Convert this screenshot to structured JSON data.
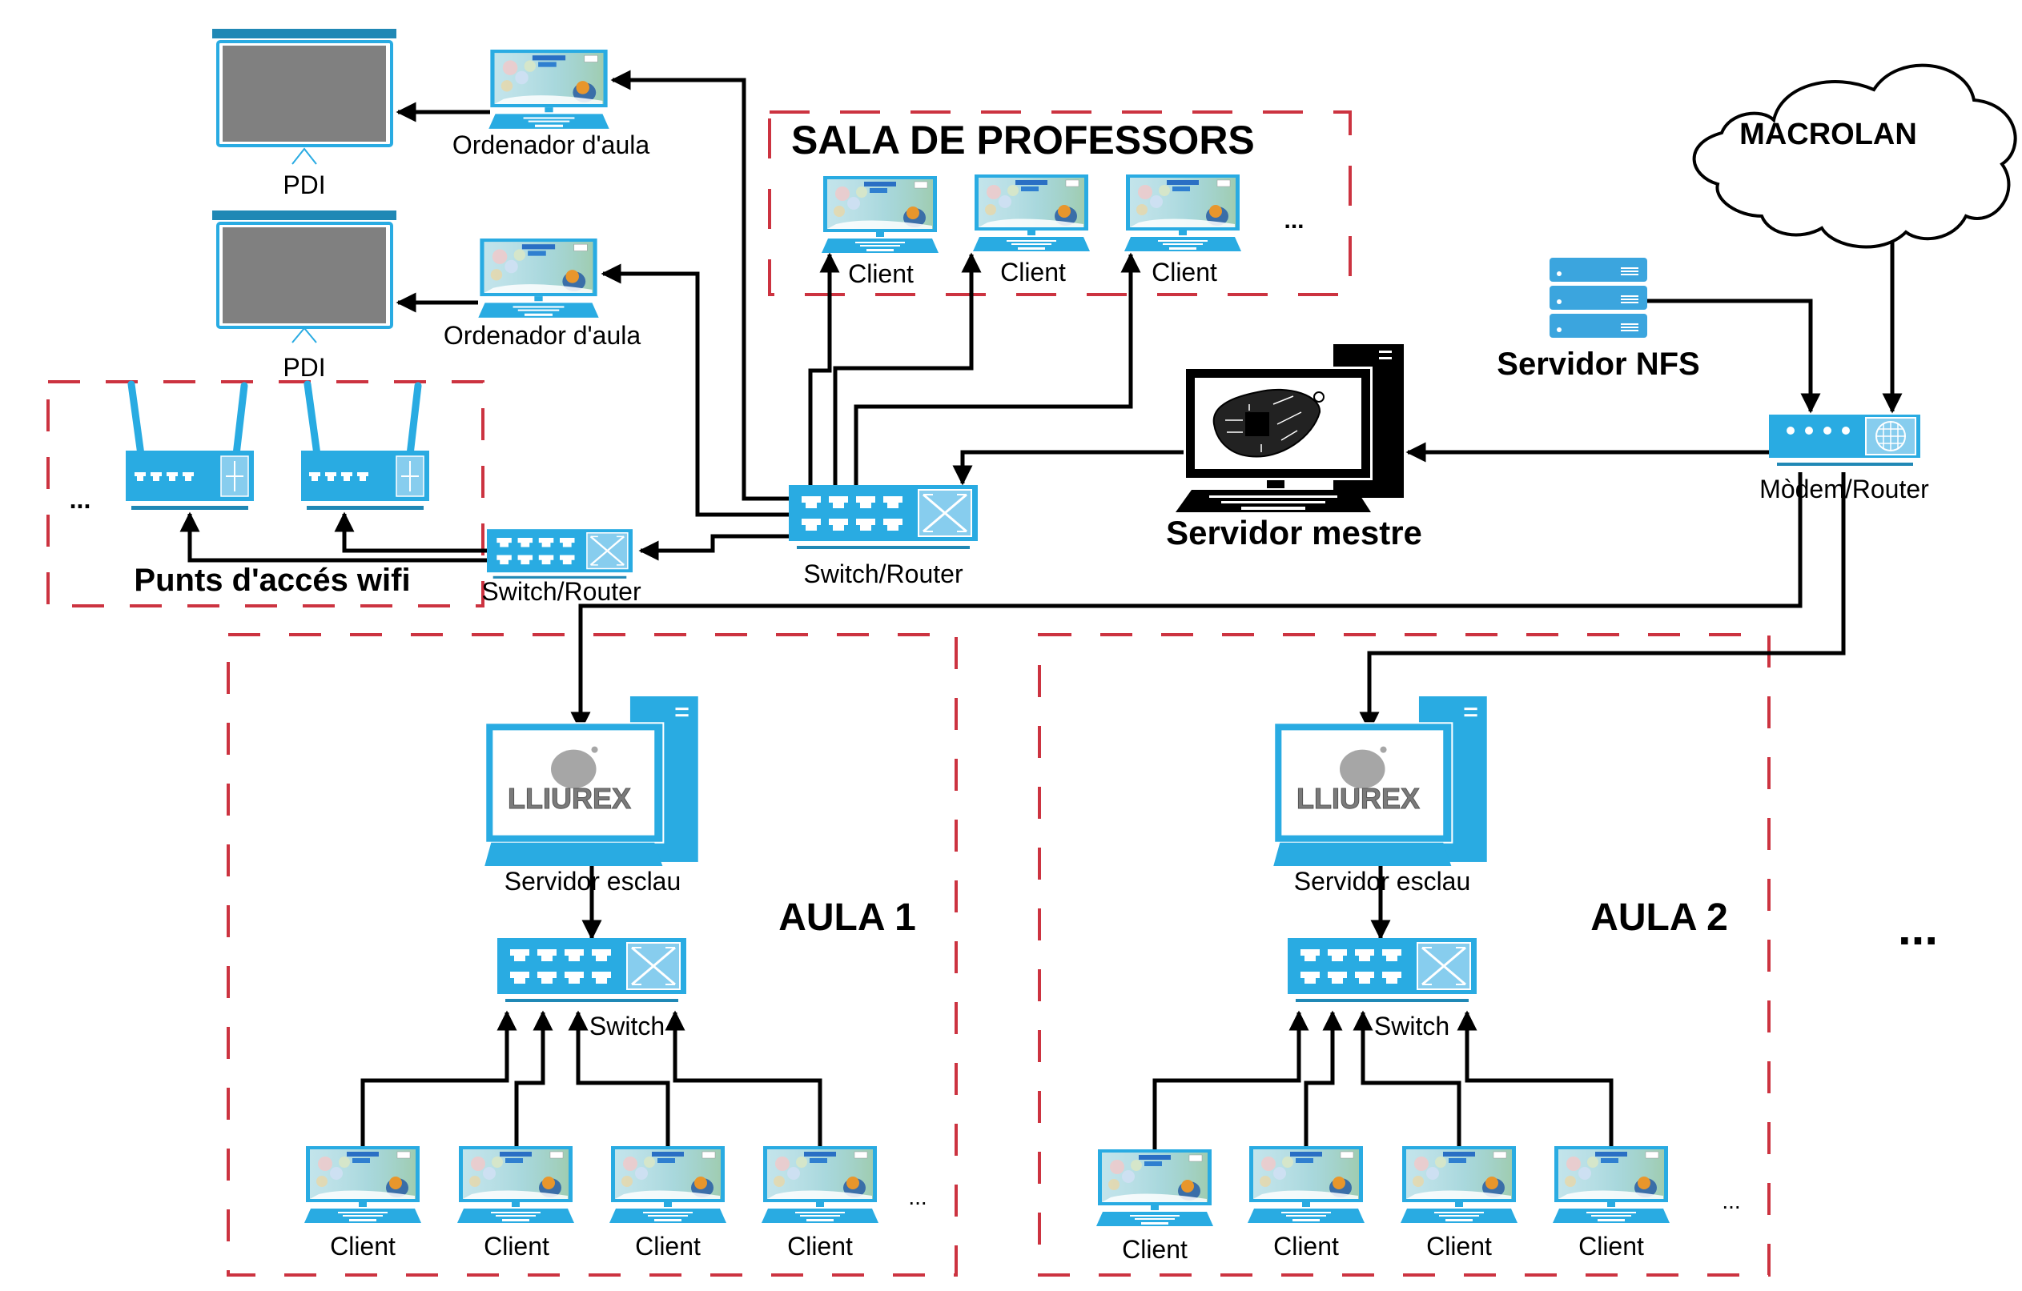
{
  "colors": {
    "device_blue": "#29abe2",
    "device_dark_blue": "#2088b5",
    "device_light_blue": "#87cdee",
    "zone_border_red": "#cc3340",
    "screen_gray": "#808080",
    "line_black": "#000000"
  },
  "pdi": [
    {
      "label": "PDI"
    },
    {
      "label": "PDI"
    }
  ],
  "classroom_computers": [
    {
      "label": "Ordenador d'aula"
    },
    {
      "label": "Ordenador d'aula"
    }
  ],
  "teachers_room": {
    "title": "SALA DE PROFESSORS",
    "clients": [
      {
        "label": "Client"
      },
      {
        "label": "Client"
      },
      {
        "label": "Client"
      }
    ],
    "more": "..."
  },
  "wifi": {
    "title": "Punts d'accés wifi",
    "more": "...",
    "switch_label": "Switch/Router"
  },
  "core": {
    "switch_label": "Switch/Router",
    "master_server_label": "Servidor mestre",
    "nfs_label": "Servidor NFS",
    "cloud_label": "MACROLAN",
    "modem_label": "Mòdem/Router"
  },
  "classrooms": [
    {
      "title": "AULA 1",
      "server_label": "Servidor esclau",
      "logo_text": "LLIUREX",
      "switch_label": "Switch",
      "clients": [
        {
          "label": "Client"
        },
        {
          "label": "Client"
        },
        {
          "label": "Client"
        },
        {
          "label": "Client"
        }
      ],
      "more": "..."
    },
    {
      "title": "AULA 2",
      "server_label": "Servidor esclau",
      "logo_text": "LLIUREX",
      "switch_label": "Switch",
      "clients": [
        {
          "label": "Client"
        },
        {
          "label": "Client"
        },
        {
          "label": "Client"
        },
        {
          "label": "Client"
        }
      ],
      "more": "..."
    }
  ],
  "more_classrooms": "..."
}
